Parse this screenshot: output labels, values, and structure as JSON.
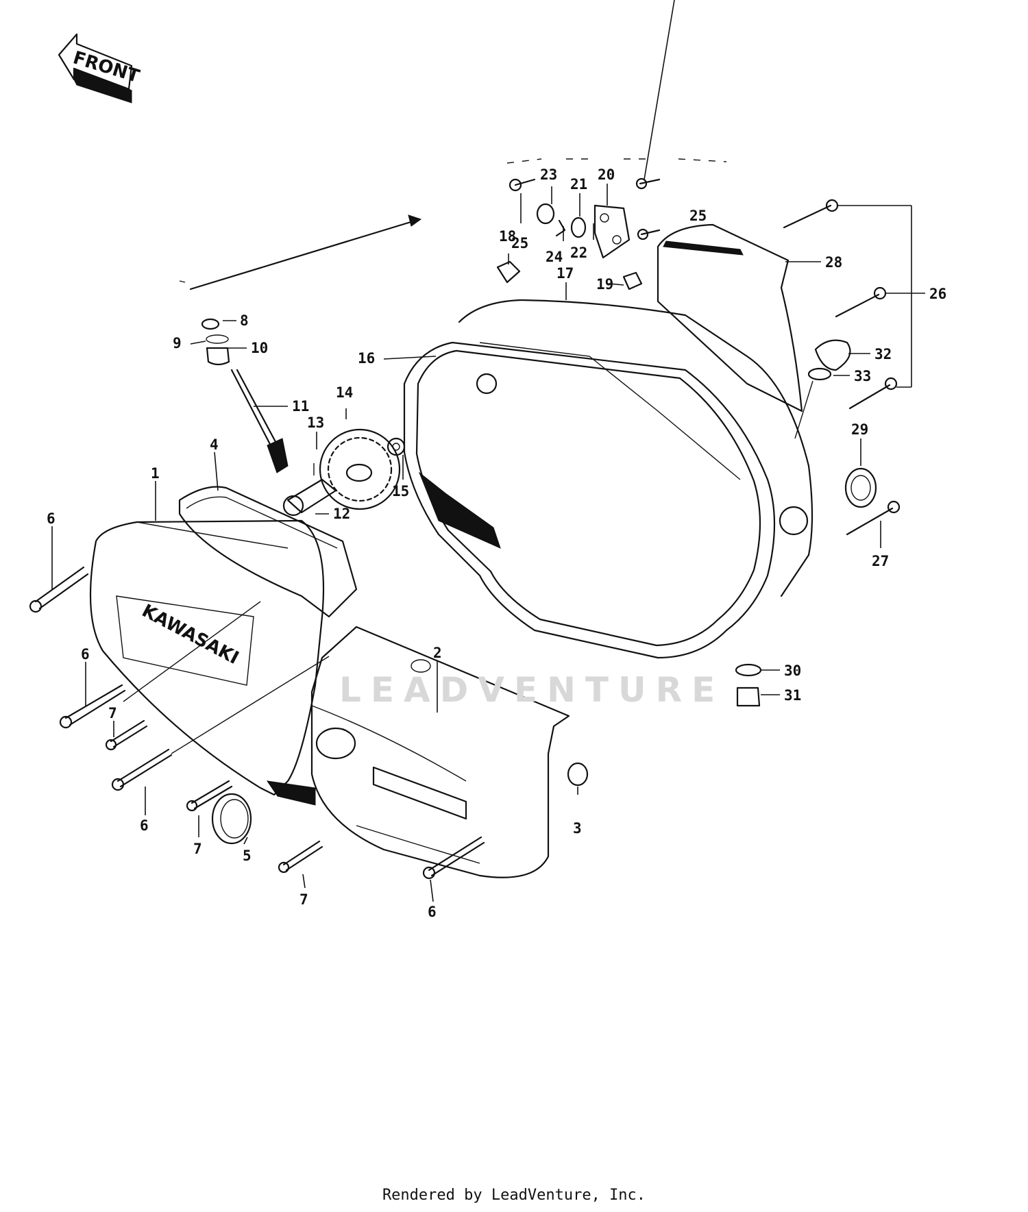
{
  "front_label": "FRONT",
  "logo_text": "KAWASAKI",
  "watermark": "LEADVENTURE",
  "footer": "Rendered by LeadVenture, Inc.",
  "callouts": [
    {
      "id": "p1",
      "label": "1"
    },
    {
      "id": "p2",
      "label": "2"
    },
    {
      "id": "p3",
      "label": "3"
    },
    {
      "id": "p4",
      "label": "4"
    },
    {
      "id": "p5",
      "label": "5"
    },
    {
      "id": "p6a",
      "label": "6"
    },
    {
      "id": "p6b",
      "label": "6"
    },
    {
      "id": "p6c",
      "label": "6"
    },
    {
      "id": "p6d",
      "label": "6"
    },
    {
      "id": "p7a",
      "label": "7"
    },
    {
      "id": "p7b",
      "label": "7"
    },
    {
      "id": "p7c",
      "label": "7"
    },
    {
      "id": "p8",
      "label": "8"
    },
    {
      "id": "p9",
      "label": "9"
    },
    {
      "id": "p10",
      "label": "10"
    },
    {
      "id": "p11",
      "label": "11"
    },
    {
      "id": "p12",
      "label": "12"
    },
    {
      "id": "p13",
      "label": "13"
    },
    {
      "id": "p14",
      "label": "14"
    },
    {
      "id": "p15",
      "label": "15"
    },
    {
      "id": "p16",
      "label": "16"
    },
    {
      "id": "p17",
      "label": "17"
    },
    {
      "id": "p18",
      "label": "18"
    },
    {
      "id": "p19",
      "label": "19"
    },
    {
      "id": "p20",
      "label": "20"
    },
    {
      "id": "p21",
      "label": "21"
    },
    {
      "id": "p22",
      "label": "22"
    },
    {
      "id": "p23",
      "label": "23"
    },
    {
      "id": "p24",
      "label": "24"
    },
    {
      "id": "p25a",
      "label": "25"
    },
    {
      "id": "p25b",
      "label": "25"
    },
    {
      "id": "p26",
      "label": "26"
    },
    {
      "id": "p27",
      "label": "27"
    },
    {
      "id": "p28",
      "label": "28"
    },
    {
      "id": "p29",
      "label": "29"
    },
    {
      "id": "p30",
      "label": "30"
    },
    {
      "id": "p31",
      "label": "31"
    },
    {
      "id": "p32",
      "label": "32"
    },
    {
      "id": "p33",
      "label": "33"
    }
  ]
}
